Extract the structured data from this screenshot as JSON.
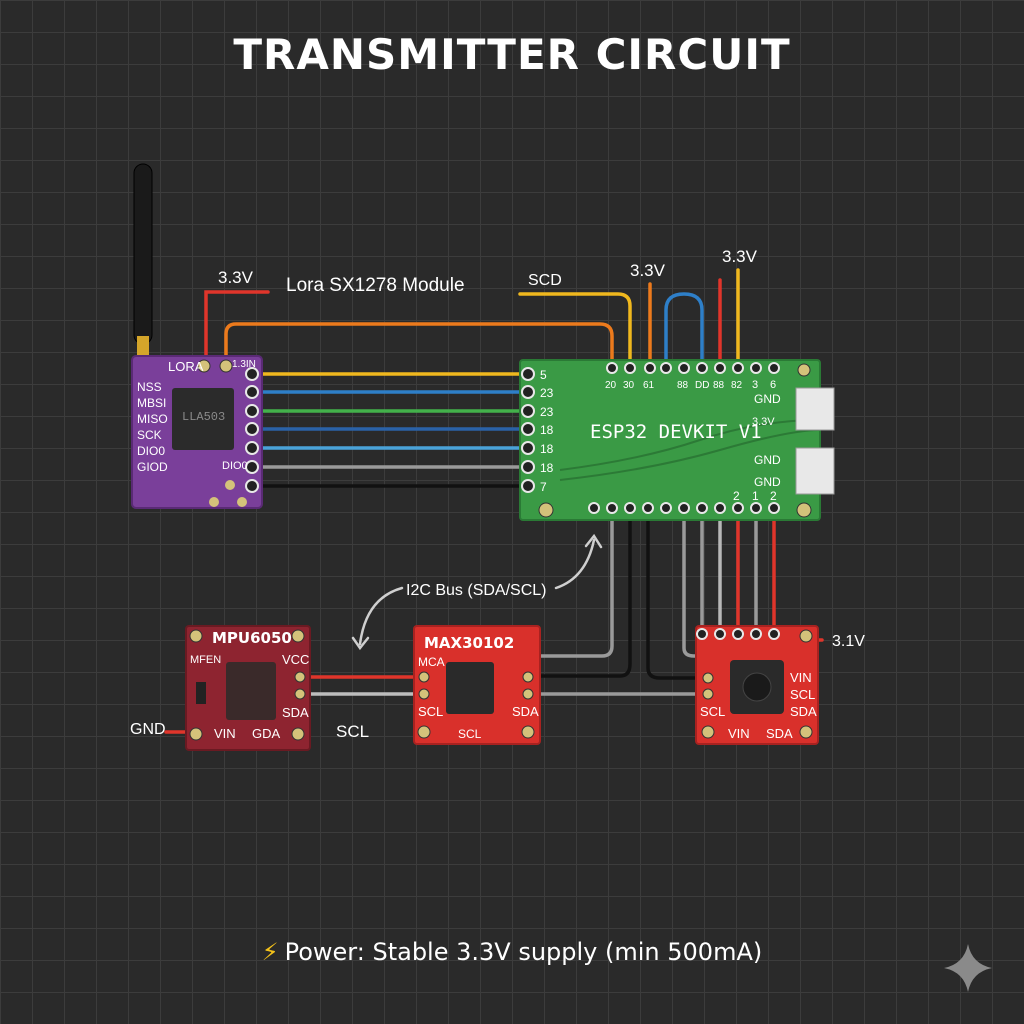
{
  "title": "TRANSMITTER CIRCUIT",
  "footer": {
    "icon": "lightning-bolt-icon",
    "text": "Power: Stable 3.3V supply (min 500mA)"
  },
  "labels": {
    "lora_power": "3.3V",
    "lora_module": "Lora SX1278 Module",
    "scd": "SCD",
    "esp_power_1": "3.3V",
    "esp_power_2": "3.3V",
    "i2c_bus": "I2C Bus (SDA/SCL)",
    "gnd_left": "GND",
    "scl_mid": "SCL",
    "sensor3_power": "3.1V"
  },
  "lora": {
    "name": "LORA",
    "chip_text": "LLA503",
    "top_pin": "1.3IN",
    "pins": [
      "NSS",
      "MBSI",
      "MISO",
      "SCK",
      "DIO0",
      "GIOD"
    ],
    "right_pin": "DIO0"
  },
  "esp32": {
    "name": "ESP32 DEVKIT V1",
    "left_pins": [
      "5",
      "23",
      "23",
      "18",
      "18",
      "18",
      "7"
    ],
    "top_pins": [
      "20",
      "30",
      "61",
      "88",
      "DD",
      "88",
      "82",
      "3",
      "6"
    ],
    "bottom_pins": [
      "2",
      "1",
      "2"
    ],
    "side_labels": [
      "GND",
      "3.3V",
      "GND",
      "GND"
    ]
  },
  "mpu": {
    "name": "MPU6050",
    "left_text": "MFEN",
    "pins": [
      "VCC",
      "SDA",
      "VIN",
      "GDA"
    ]
  },
  "max": {
    "name": "MAX30102",
    "pins": [
      "MCA",
      "SCL",
      "SDA",
      "SCL"
    ]
  },
  "sensor3": {
    "pins": [
      "VIN",
      "SCL",
      "SDA",
      "SCL",
      "VIN",
      "SDA"
    ]
  },
  "colors": {
    "wire_red": "#e0352b",
    "wire_orange": "#ec7a1c",
    "wire_yellow": "#f0b81e",
    "wire_blue": "#2e7fc8",
    "wire_green": "#43b14b",
    "wire_gray": "#9a9a9a",
    "wire_black": "#111111",
    "lora_board": "#7a3f9a",
    "esp_board": "#3a9a45",
    "max_board": "#d9302b",
    "mpu_board": "#8e2430"
  }
}
